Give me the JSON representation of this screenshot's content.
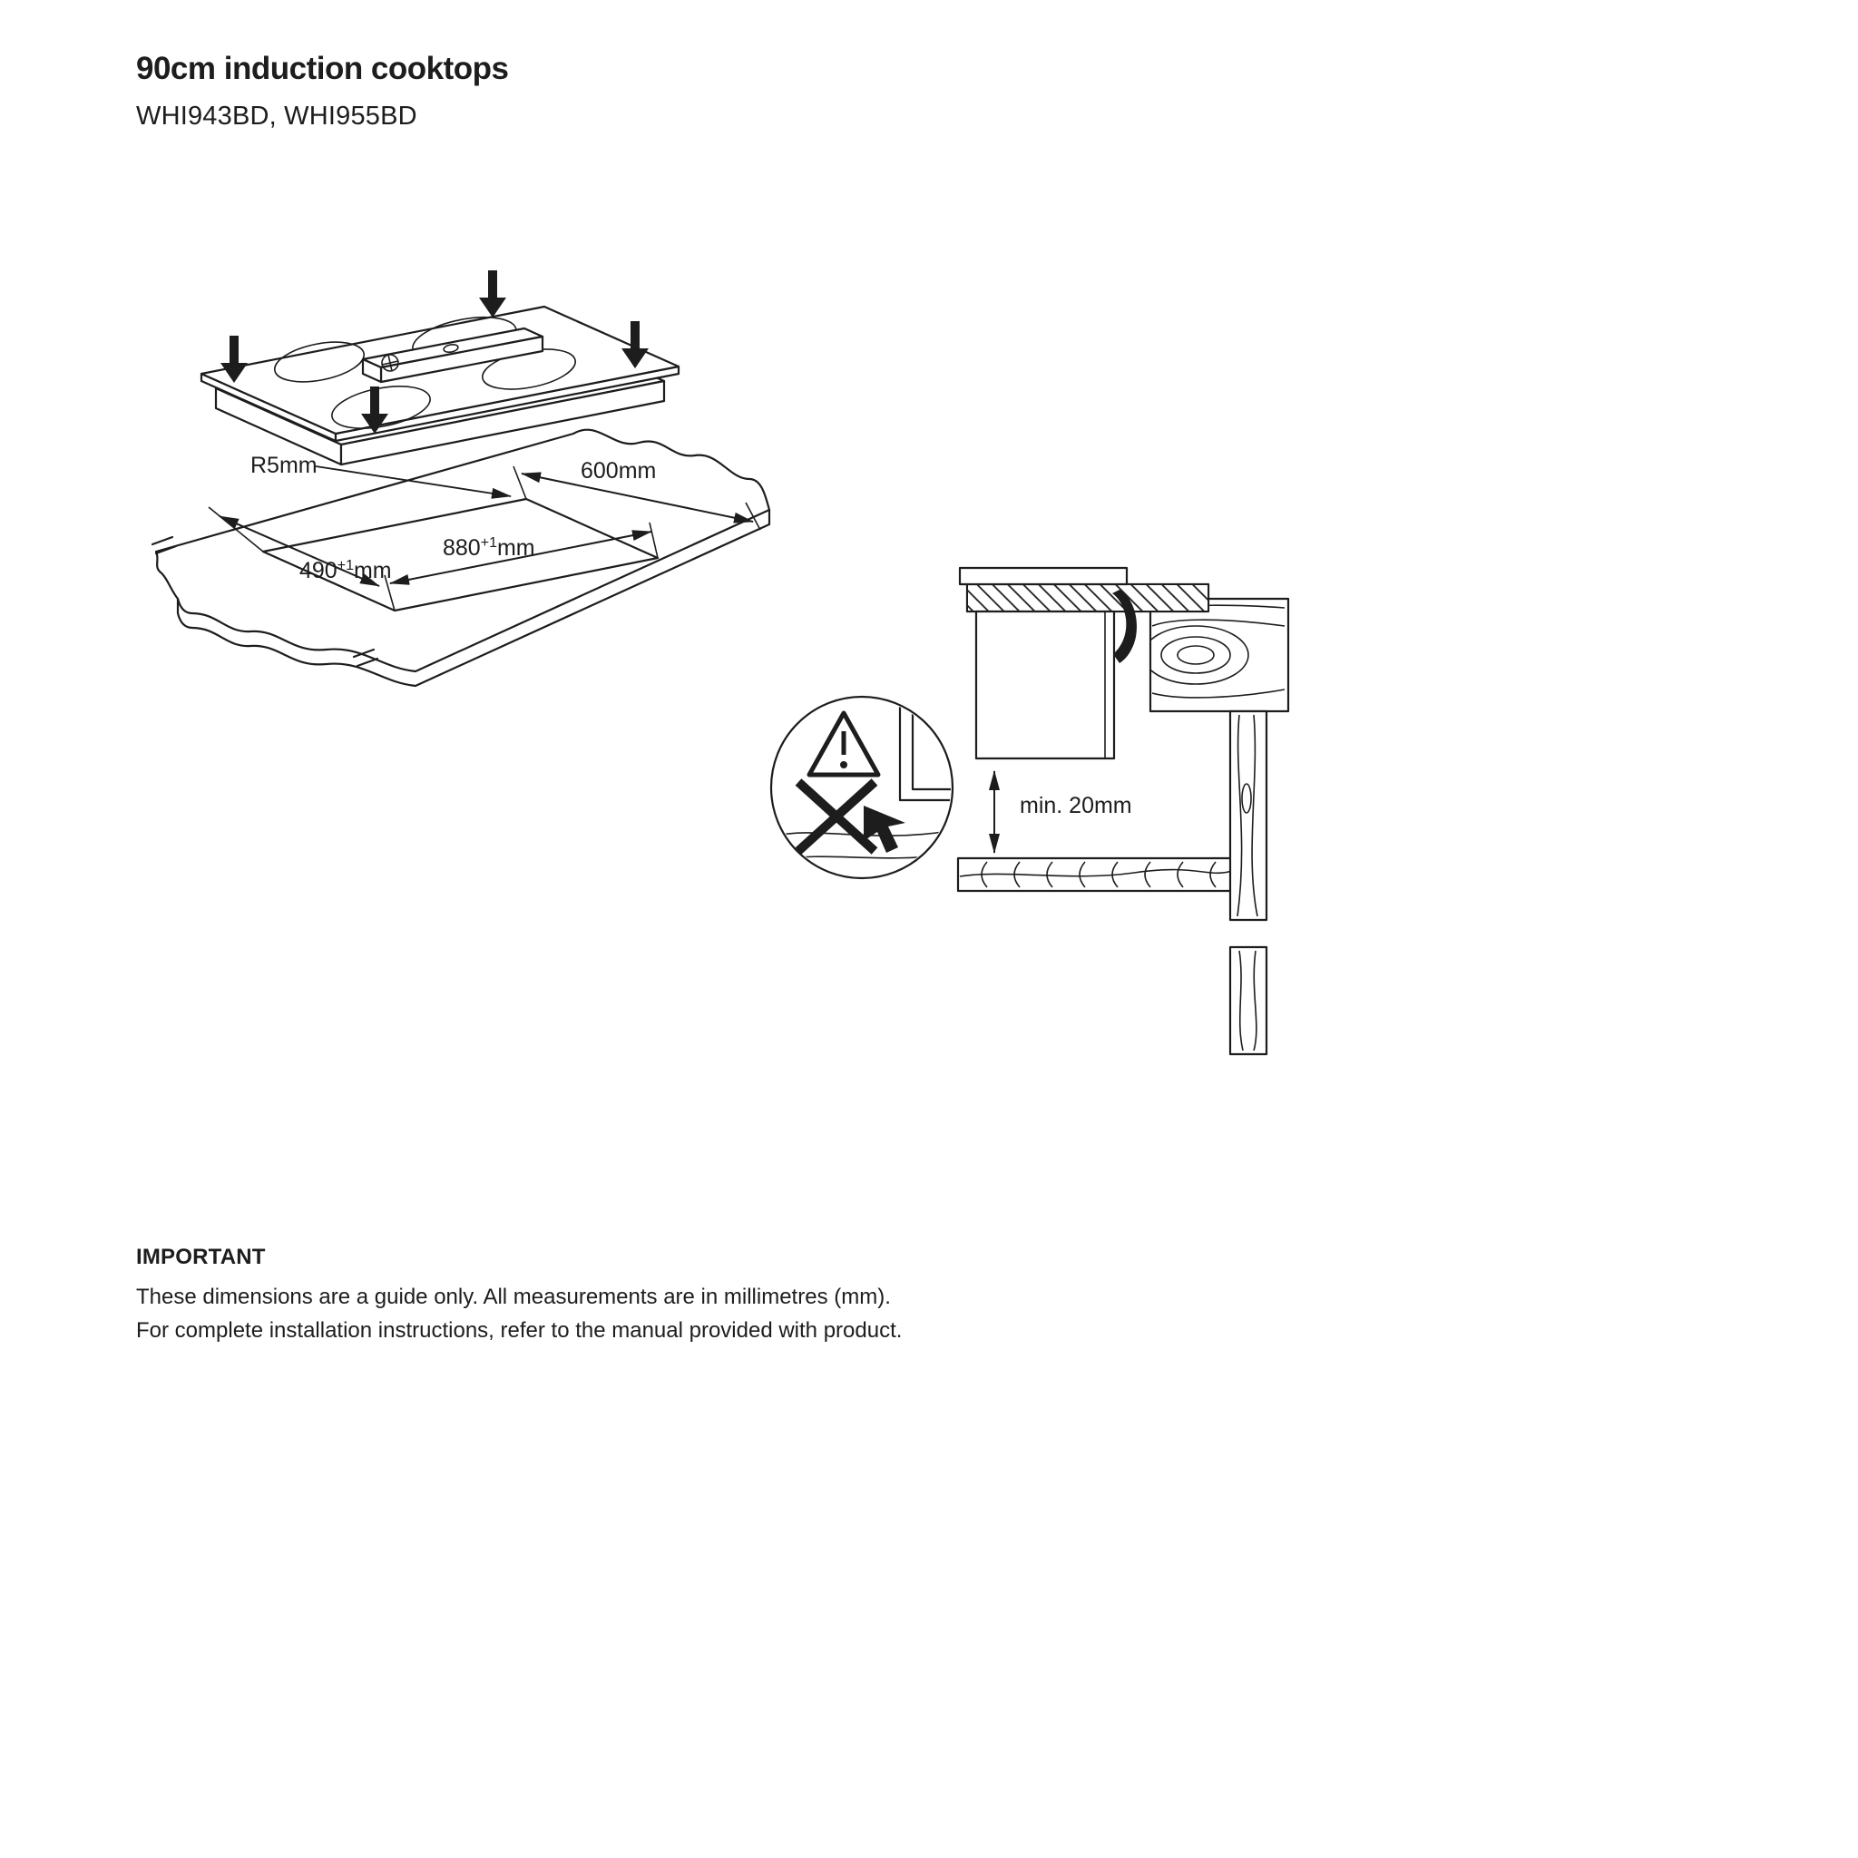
{
  "page": {
    "title": "90cm induction cooktops",
    "models": "WHI943BD, WHI955BD"
  },
  "cutout_diagram": {
    "radius_label": "R5mm",
    "depth_label": "600mm",
    "width": {
      "value": "490",
      "sup": "+1",
      "unit": "mm"
    },
    "length": {
      "value": "880",
      "sup": "+1",
      "unit": "mm"
    }
  },
  "clearance_diagram": {
    "min_clearance_label": "min. 20mm"
  },
  "important_note": {
    "heading": "IMPORTANT",
    "line1": "These dimensions are a guide only. All measurements are in millimetres (mm).",
    "line2": "For complete installation instructions, refer to the manual provided with product."
  }
}
